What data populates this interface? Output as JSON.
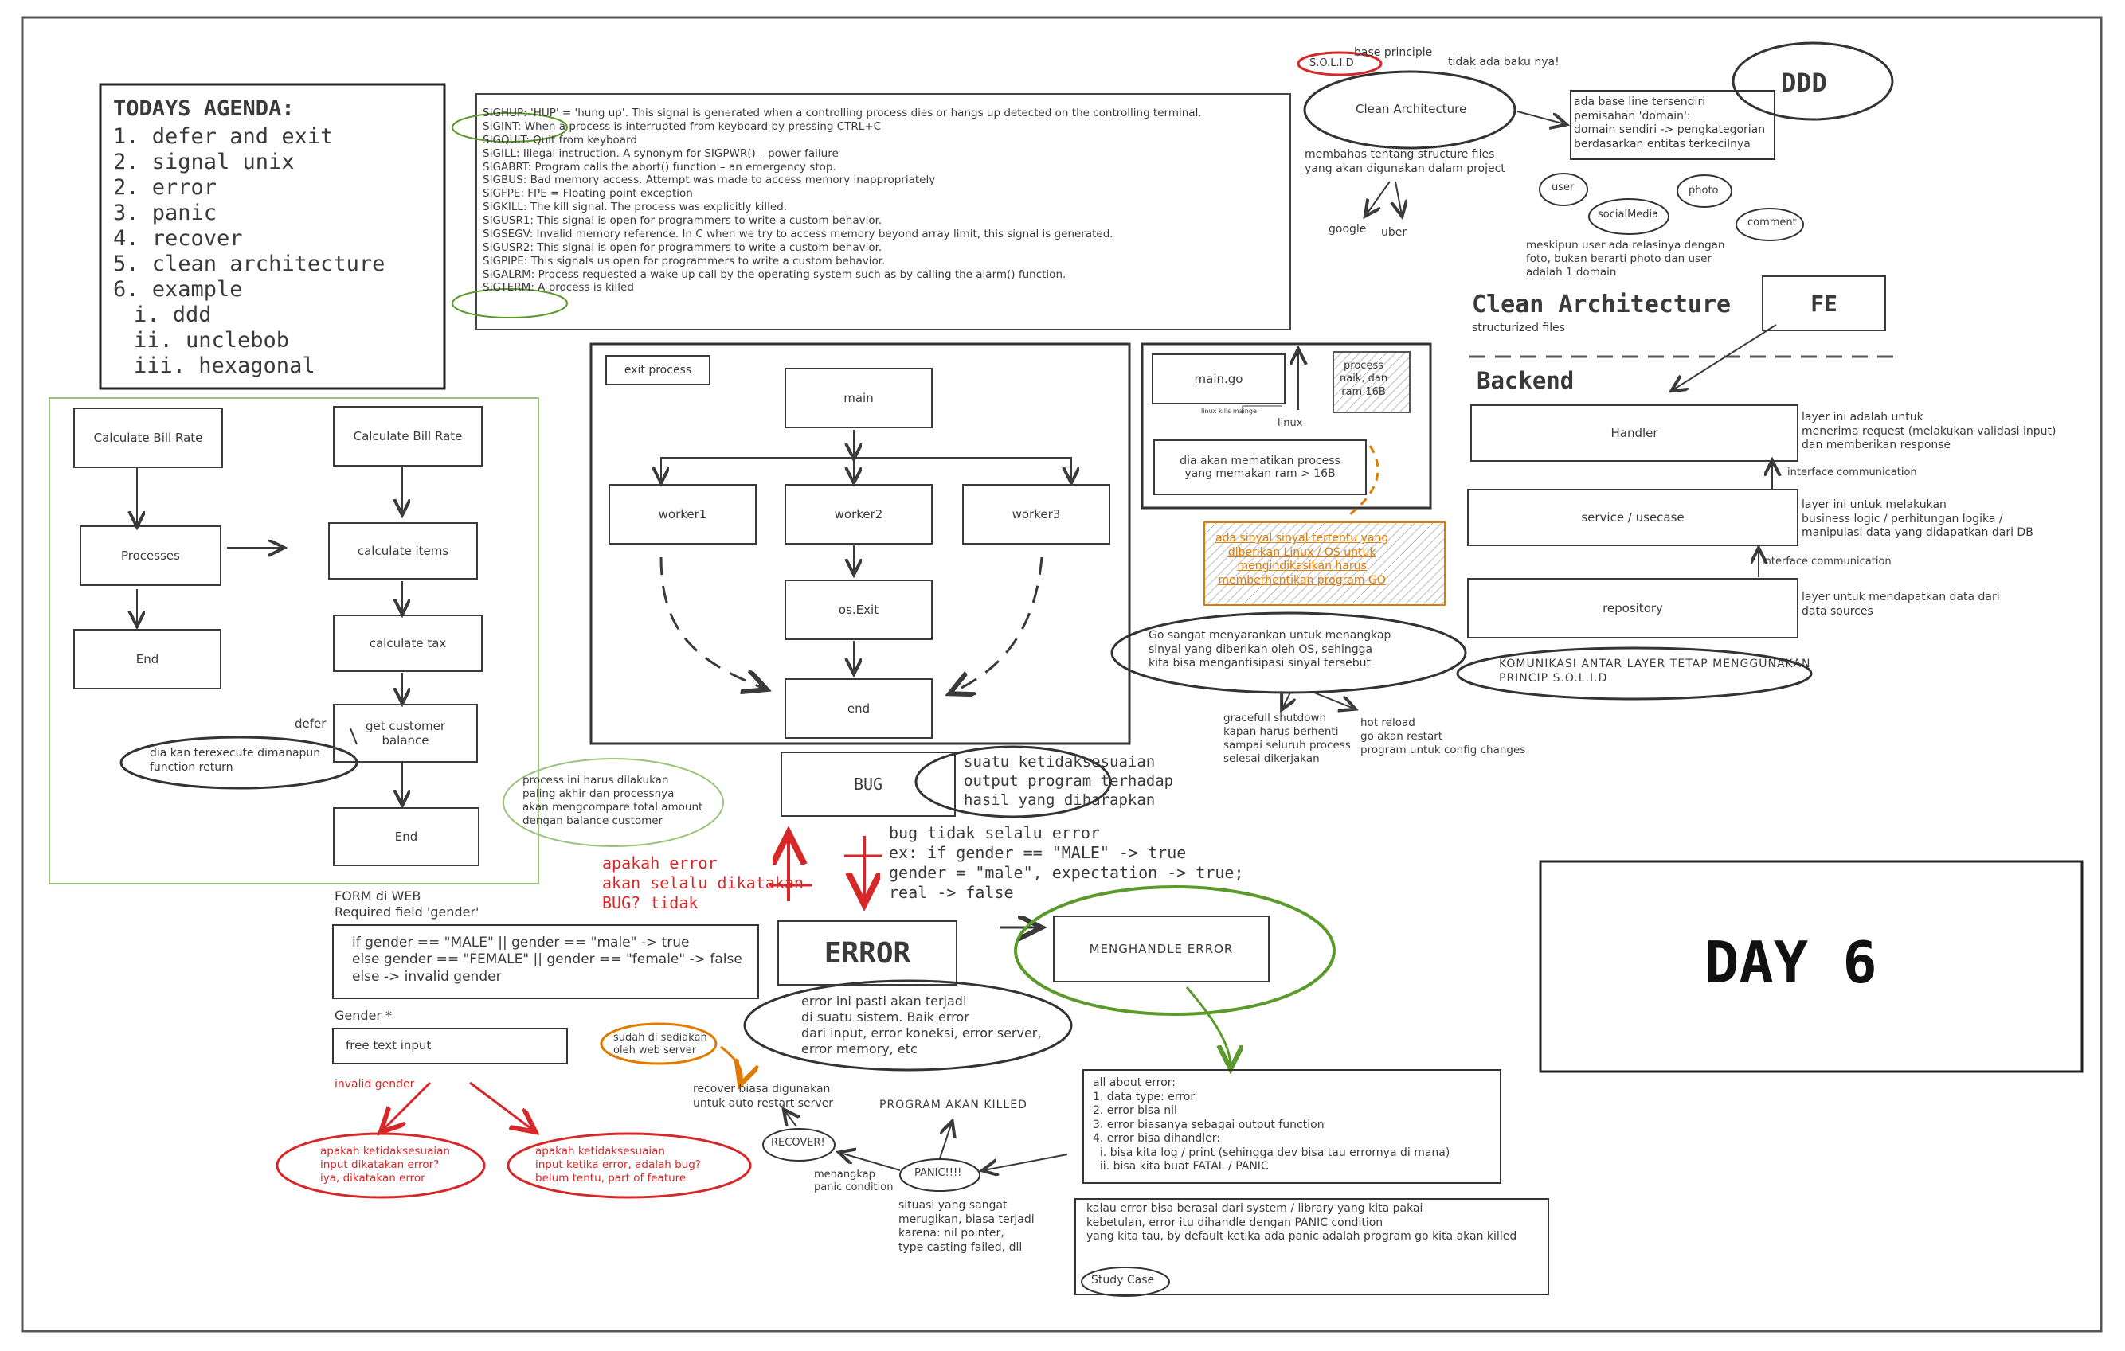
{
  "agenda": {
    "title": "TODAYS AGENDA:",
    "items": [
      "1. defer and exit",
      "2. signal unix",
      "2. error",
      "3. panic",
      "4. recover",
      "5. clean architecture",
      "6. example",
      "i. ddd",
      "ii. unclebob",
      "iii. hexagonal"
    ]
  },
  "signals": [
    "SIGHUP: 'HUP' = 'hung up'. This signal is generated when a controlling process dies or hangs up detected on the controlling terminal.",
    "SIGINT: When a process is interrupted from keyboard by pressing CTRL+C",
    "SIGQUIT: Quit from keyboard",
    "SIGILL: Illegal instruction. A synonym for SIGPWR() – power failure",
    "SIGABRT: Program calls the abort() function – an emergency stop.",
    "SIGBUS: Bad memory access. Attempt was made to access memory inappropriately",
    "SIGFPE: FPE = Floating point exception",
    "SIGKILL: The kill signal. The process was explicitly killed.",
    "SIGUSR1: This signal is open for programmers to write a custom behavior.",
    "SIGSEGV: Invalid memory reference. In C when we try to access memory beyond array limit, this signal is generated.",
    "SIGUSR2: This signal is open for programmers to write a custom behavior.",
    "SIGPIPE: This signals us open for programmers to write a custom behavior.",
    "SIGALRM: Process requested a wake up call by the operating system such as by calling the alarm() function.",
    "SIGTERM: A process is killed"
  ],
  "defer_flow": {
    "left": {
      "start": "Calculate Bill Rate",
      "proc": "Processes",
      "end": "End"
    },
    "right": {
      "start": "Calculate Bill Rate",
      "items": "calculate items",
      "tax": "calculate tax",
      "customer": "get customer\nbalance",
      "end": "End"
    },
    "defer_label": "defer",
    "defer_note": "dia kan terexecute dimanapun\nfunction return",
    "process_note": "process ini harus dilakukan\npaling akhir dan processnya\nakan mengcompare total amount\ndengan balance customer"
  },
  "exit_flow": {
    "title": "exit process",
    "main": "main",
    "w1": "worker1",
    "w2": "worker2",
    "w3": "worker3",
    "osexit": "os.Exit",
    "end": "end"
  },
  "signal_flow": {
    "main": "main.go",
    "process": "process\nnaik, dan\nram 16B",
    "linux": "linux",
    "small": "linux kills mainge",
    "kill": "dia akan mematikan process\nyang memakan ram > 16B",
    "orange_note": "ada sinyal sinyal tertentu yang\ndiberikan Linux / OS untuk\nmengindikasikan harus\nmemberhentikan program GO",
    "go_note": "Go sangat menyarankan untuk menangkap\nsinyal yang diberikan oleh OS, sehingga\nkita bisa mengantisipasi sinyal tersebut",
    "graceful": "gracefull shutdown\nkapan harus berhenti\nsampai seluruh process\nselesai dikerjakan",
    "reload": "hot reload\ngo akan restart\nprogram untuk config changes"
  },
  "clean": {
    "solid": "S.O.L.I.D",
    "base": "base principle",
    "tidak": "tidak ada baku nya!",
    "clean_arch": "Clean Architecture",
    "membahas": "membahas tentang structure files\nyang akan digunakan dalam project",
    "google": "google",
    "uber": "uber",
    "ddd": "DDD",
    "ddd_note": "ada base line tersendiri\npemisahan 'domain':\ndomain sendiri -> pengkategorian\nberdasarkan entitas terkecilnya",
    "user": "user",
    "photo": "photo",
    "social": "socialMedia",
    "comment": "comment",
    "meskipun": "meskipun user ada relasinya dengan\nfoto, bukan berarti photo dan user\nadalah 1 domain",
    "heading": "Clean Architecture",
    "structurized": "structurized files",
    "fe": "FE",
    "backend": "Backend",
    "handler": "Handler",
    "service": "service / usecase",
    "repository": "repository",
    "handler_note": "layer ini adalah untuk\nmenerima request (melakukan validasi input)\ndan memberikan response",
    "service_note": "layer ini untuk melakukan\nbusiness logic / perhitungan logika /\nmanipulasi data yang didapatkan dari DB",
    "repo_note": "layer untuk mendapatkan data dari\ndata sources",
    "iface1": "interface communication",
    "iface2": "interface communication",
    "komunikasi": "KOMUNIKASI ANTAR LAYER TETAP MENGGUNAKAN\nPRINCIP S.O.L.I.D"
  },
  "error_section": {
    "bug": "BUG",
    "bug_def": "suatu ketidaksesuaian\noutput program terhadap\nhasil yang diharapkan",
    "bug_not": "bug tidak selalu error\nex: if gender == \"MALE\" -> true\ngender = \"male\", expectation -> true;\nreal -> false",
    "apakah": "apakah error\nakan selalu dikatakan\nBUG? tidak",
    "form": "FORM di WEB\nRequired field 'gender'",
    "code": "if gender == \"MALE\" || gender == \"male\" -> true\nelse gender == \"FEMALE\" || gender == \"female\" -> false\nelse -> invalid gender",
    "gender": "Gender *",
    "freetext": "free text input",
    "invalid": "invalid gender",
    "q1": "apakah ketidaksesuaian\ninput dikatakan error?\niya, dikatakan error",
    "q2": "apakah ketidaksesuaian\ninput ketika error, adalah bug?\nbelum tentu, part of feature",
    "error": "ERROR",
    "handle": "MENGHANDLE ERROR",
    "error_note": "error ini pasti akan terjadi\ndi suatu sistem. Baik error\ndari input, error koneksi, error server,\nerror memory, etc",
    "sudah": "sudah di sediakan\noleh web server",
    "recover_note": "recover biasa digunakan\nuntuk auto restart server",
    "recover": "RECOVER!",
    "killed": "PROGRAM AKAN KILLED",
    "panic": "PANIC!!!!",
    "menangkap": "menangkap\npanic condition",
    "situasi": "situasi yang sangat\nmerugikan, biasa terjadi\nkarena: nil pointer,\ntype casting failed, dll",
    "about": "all about error:\n1. data type: error\n2. error bisa nil\n3. error biasanya sebagai output function\n4. error bisa dihandler:\n  i. bisa kita log / print (sehingga dev bisa tau errornya di mana)\n  ii. bisa kita buat FATAL / PANIC",
    "kalau": "kalau error bisa berasal dari system / library yang kita pakai\nkebetulan, error itu dihandle dengan PANIC condition\nyang kita tau, by default ketika ada panic adalah program go kita akan killed",
    "study": "Study Case"
  },
  "day": "DAY 6"
}
